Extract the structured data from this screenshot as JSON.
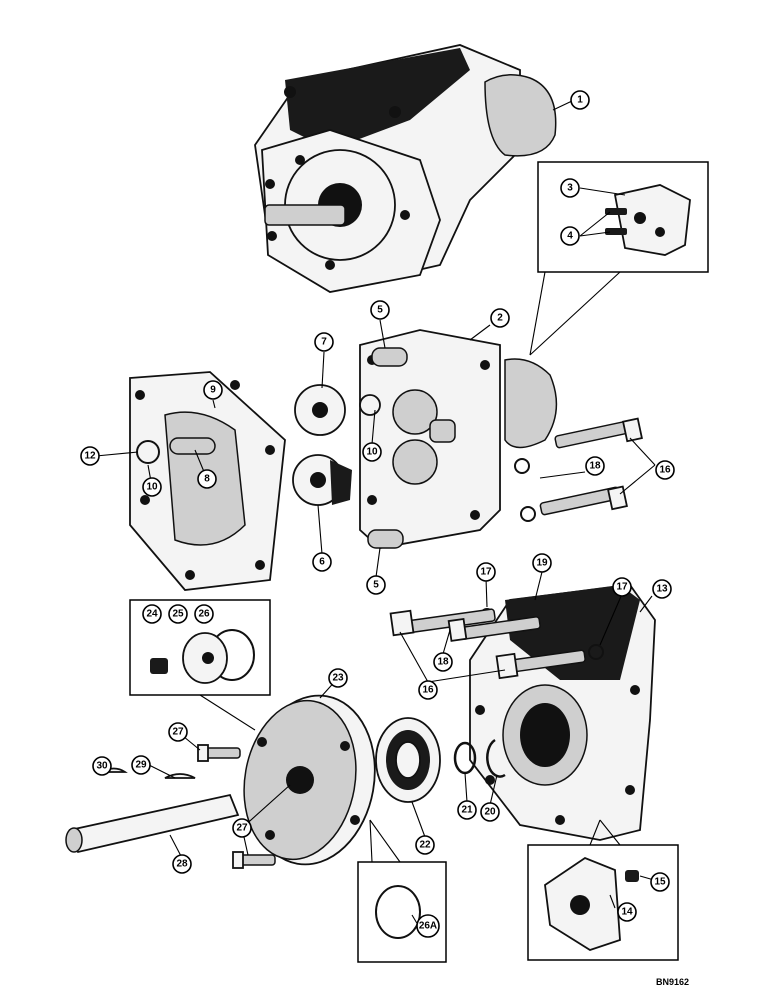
{
  "diagram": {
    "reference_code": "BN9162",
    "callouts": [
      "1",
      "2",
      "3",
      "4",
      "5",
      "5",
      "6",
      "7",
      "8",
      "9",
      "10",
      "10",
      "12",
      "13",
      "14",
      "15",
      "16",
      "16",
      "17",
      "17",
      "18",
      "18",
      "19",
      "20",
      "21",
      "22",
      "23",
      "24",
      "25",
      "26",
      "26A",
      "27",
      "27",
      "28",
      "29",
      "30"
    ]
  }
}
